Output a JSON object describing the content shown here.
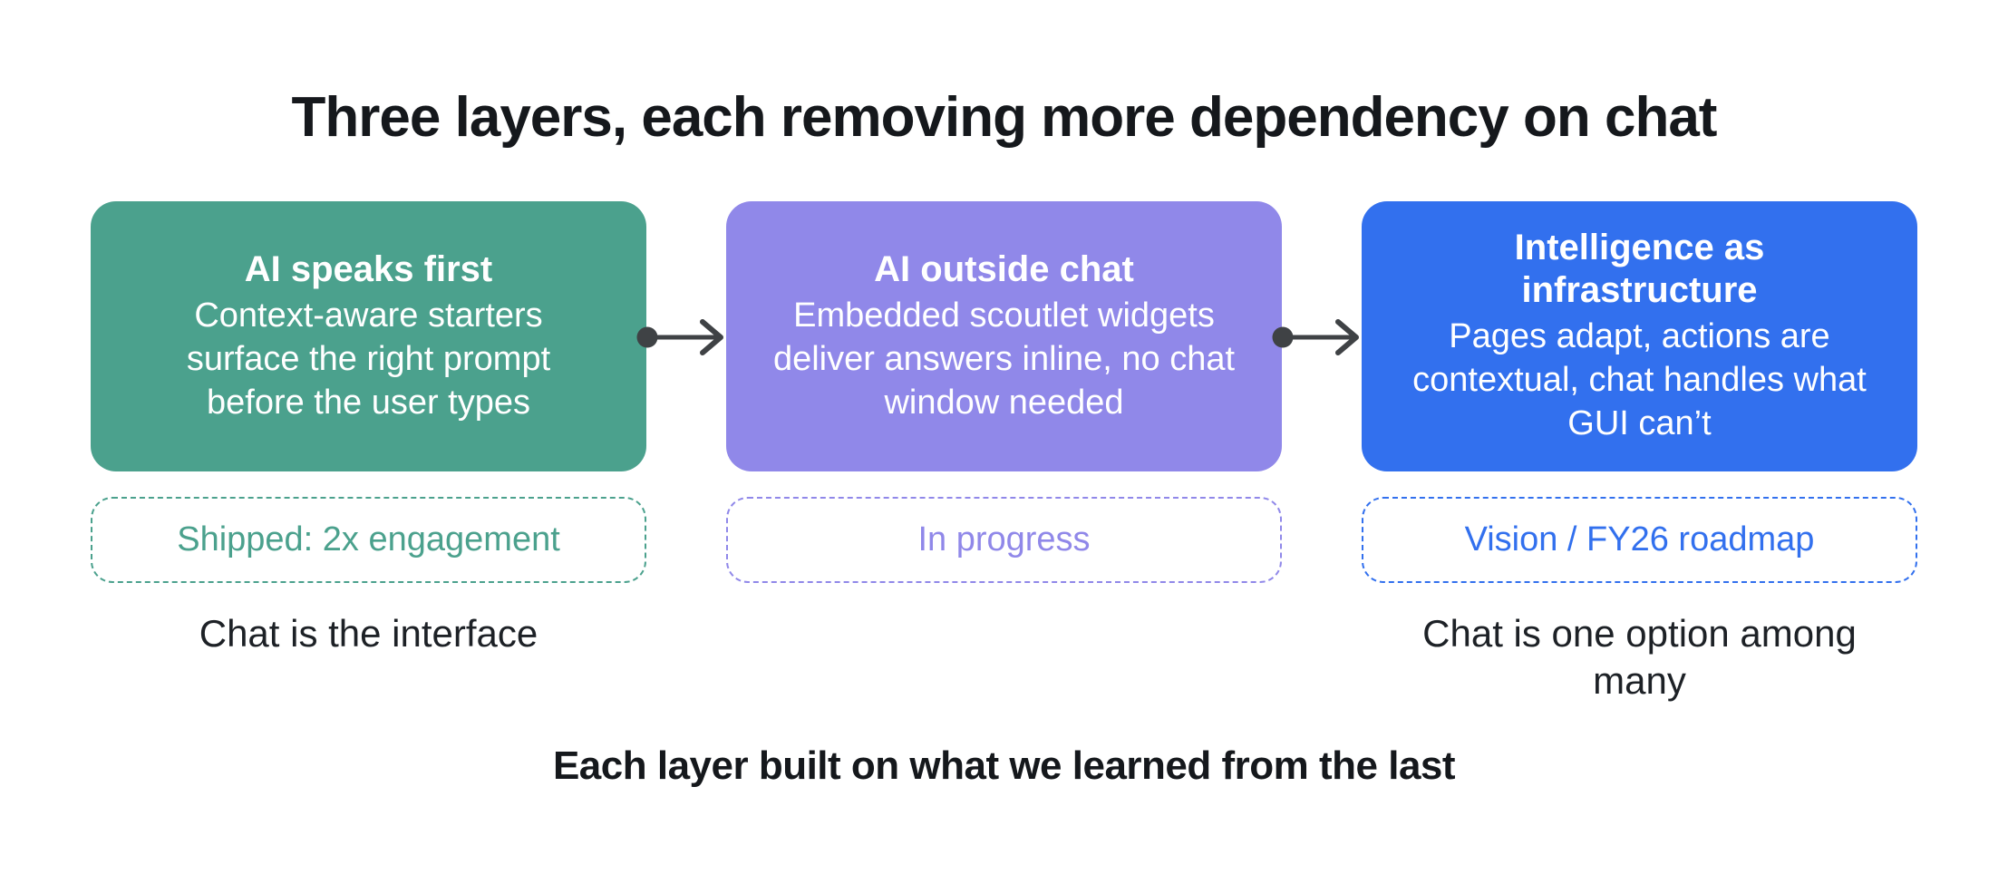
{
  "title": "Three layers, each removing more dependency on chat",
  "footer_note": "Each layer built on what we learned from the last",
  "colors": {
    "background": "#FFFFFF",
    "arrow": "#3F4245",
    "heading_text": "#15181C",
    "caption_text": "#1D2126",
    "box_text": "#FFFFFF"
  },
  "layers": [
    {
      "heading": "AI speaks first",
      "body": "Context-aware starters surface the right prompt before the user types",
      "badge": "Shipped: 2x engagement",
      "caption": "Chat is the interface",
      "color": "#4BA18D"
    },
    {
      "heading": "AI outside chat",
      "body": "Embedded scoutlet widgets deliver answers inline, no chat window needed",
      "badge": "In progress",
      "caption": "",
      "color": "#9088E9"
    },
    {
      "heading": "Intelligence as infrastructure",
      "body": "Pages adapt, actions are contextual, chat handles what GUI can’t",
      "badge": "Vision / FY26 roadmap",
      "caption": "Chat is one option among many",
      "color": "#3270EE"
    }
  ]
}
